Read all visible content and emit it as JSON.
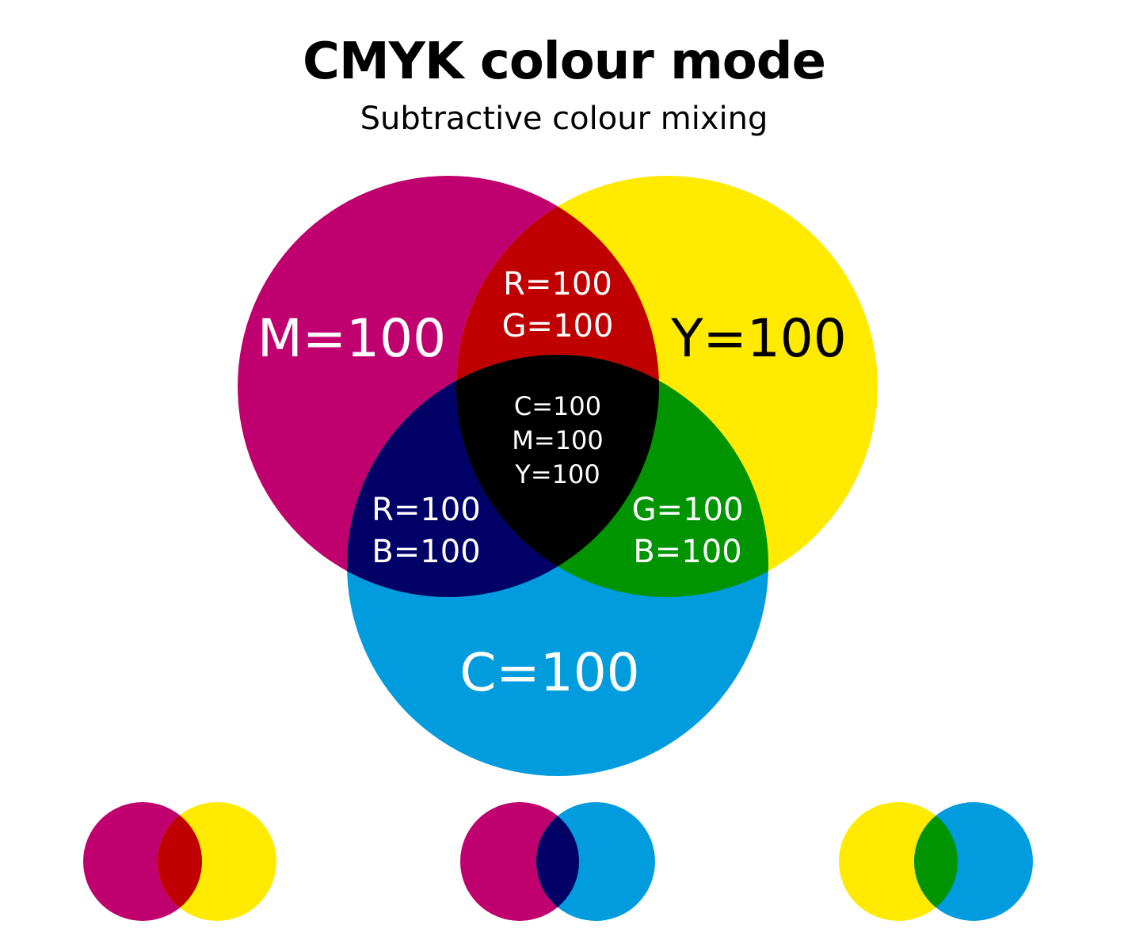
{
  "title": "CMYK colour mode",
  "subtitle": "Subtractive colour mixing",
  "colors": {
    "magenta": "#bf006e",
    "yellow": "#ffea00",
    "cyan": "#009cdd",
    "red": "#c00000",
    "blue": "#000066",
    "green": "#009400",
    "black": "#000000"
  },
  "labels": {
    "magenta": "M=100",
    "yellow": "Y=100",
    "cyan": "C=100",
    "red": [
      "R=100",
      "G=100"
    ],
    "blue": [
      "R=100",
      "B=100"
    ],
    "green": [
      "G=100",
      "B=100"
    ],
    "black": [
      "C=100",
      "M=100",
      "Y=100"
    ]
  },
  "pairs": [
    {
      "left": "magenta",
      "right": "yellow",
      "mix": "red"
    },
    {
      "left": "magenta",
      "right": "cyan",
      "mix": "blue"
    },
    {
      "left": "yellow",
      "right": "cyan",
      "mix": "green"
    }
  ]
}
